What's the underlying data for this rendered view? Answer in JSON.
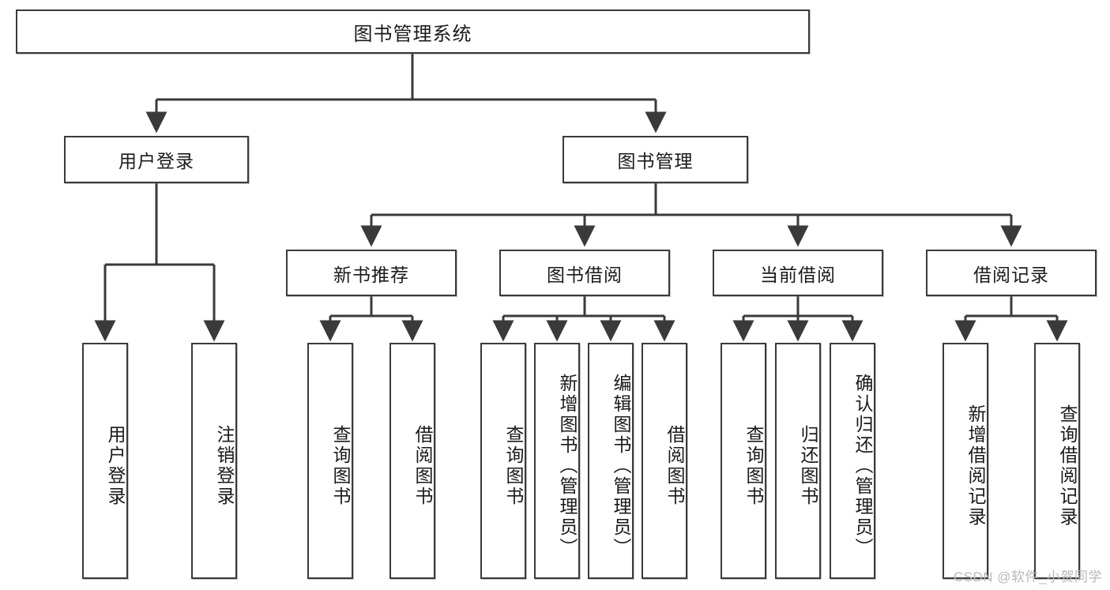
{
  "diagram": {
    "title": "图书管理系统",
    "type": "hierarchy-tree",
    "watermark": "CSDN @软件_小贺同学",
    "colors": {
      "stroke": "#3a3a3a",
      "fill": "#ffffff",
      "text": "#1a1a1a",
      "watermark": "#b9b9b9"
    },
    "levels": {
      "root": [
        "图书管理系统"
      ],
      "level2": [
        "用户登录",
        "图书管理"
      ],
      "level3": [
        "新书推荐",
        "图书借阅",
        "当前借阅",
        "借阅记录"
      ],
      "leaves": [
        "用户登录",
        "注销登录",
        "查询图书",
        "借阅图书",
        "查询图书",
        "新增图书（管理员）",
        "编辑图书（管理员）",
        "借阅图书",
        "查询图书",
        "归还图书",
        "确认归还（管理员）",
        "新增借阅记录",
        "查询借阅记录"
      ]
    },
    "nodes": {
      "root": {
        "label": "图书管理系统"
      },
      "user_login": {
        "label": "用户登录"
      },
      "book_manage": {
        "label": "图书管理"
      },
      "new_book_rec": {
        "label": "新书推荐"
      },
      "book_borrow": {
        "label": "图书借阅"
      },
      "current_borrow": {
        "label": "当前借阅"
      },
      "borrow_record": {
        "label": "借阅记录"
      },
      "leaf_user_login": {
        "label": "用户登录"
      },
      "leaf_logout": {
        "label": "注销登录"
      },
      "leaf_query_book_1": {
        "label": "查询图书"
      },
      "leaf_borrow_book_1": {
        "label": "借阅图书"
      },
      "leaf_query_book_2": {
        "label": "查询图书"
      },
      "leaf_add_book": {
        "label": "新增图书（管理员）"
      },
      "leaf_edit_book": {
        "label": "编辑图书（管理员）"
      },
      "leaf_borrow_book_2": {
        "label": "借阅图书"
      },
      "leaf_query_book_3": {
        "label": "查询图书"
      },
      "leaf_return_book": {
        "label": "归还图书"
      },
      "leaf_confirm_return": {
        "label": "确认归还（管理员）"
      },
      "leaf_add_record": {
        "label": "新增借阅记录"
      },
      "leaf_query_record": {
        "label": "查询借阅记录"
      }
    }
  }
}
